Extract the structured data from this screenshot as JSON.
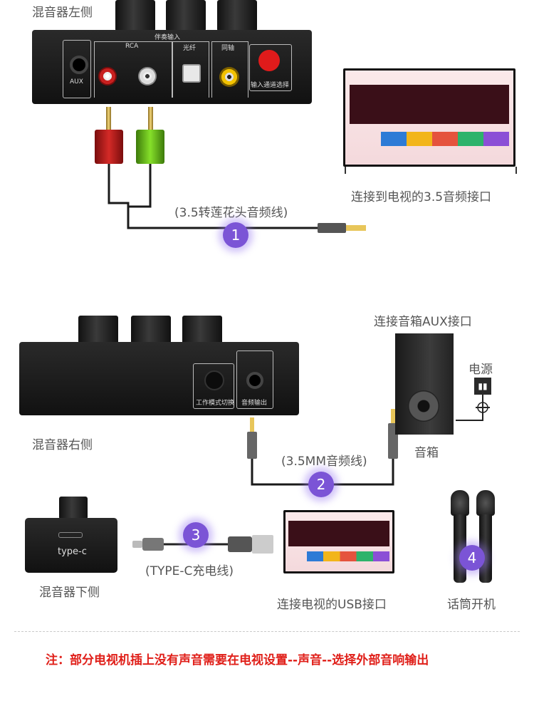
{
  "labels": {
    "mixer_left": "混音器左侧",
    "mixer_right": "混音器右侧",
    "mixer_bottom": "混音器下侧",
    "cable1": "(3.5转莲花头音频线)",
    "cable2": "(3.5MM音频线)",
    "cable3": "(TYPE-C充电线)",
    "tv_35": "连接到电视的3.5音频接口",
    "speaker_aux": "连接音箱AUX接口",
    "power": "电源",
    "speaker": "音箱",
    "tv_usb": "连接电视的USB接口",
    "mic_on": "话筒开机"
  },
  "panel_left": {
    "accompany_input": "伴奏输入",
    "rca": "RCA",
    "optical": "光纤",
    "coaxial": "同轴",
    "aux": "AUX",
    "channel_select": "输入通道选择"
  },
  "panel_right": {
    "mode_switch": "工作模式切换",
    "audio_out": "音频输出"
  },
  "panel_bottom": {
    "port": "type-c"
  },
  "steps": [
    "1",
    "2",
    "3",
    "4"
  ],
  "note": "注：部分电视机插上没有声音需要在电视设置--声音--选择外部音响输出",
  "colors": {
    "badge": "#7b54d6",
    "note": "#e0201a",
    "rca_red": "#c8201f",
    "rca_green": "#7fd321",
    "power_button": "#e01b1b"
  },
  "icons": [
    "rca-plug-red",
    "rca-plug-green",
    "audio-jack-3-5mm",
    "usb-plug",
    "type-c-plug",
    "power-socket-icon",
    "speaker",
    "microphones",
    "tv"
  ]
}
